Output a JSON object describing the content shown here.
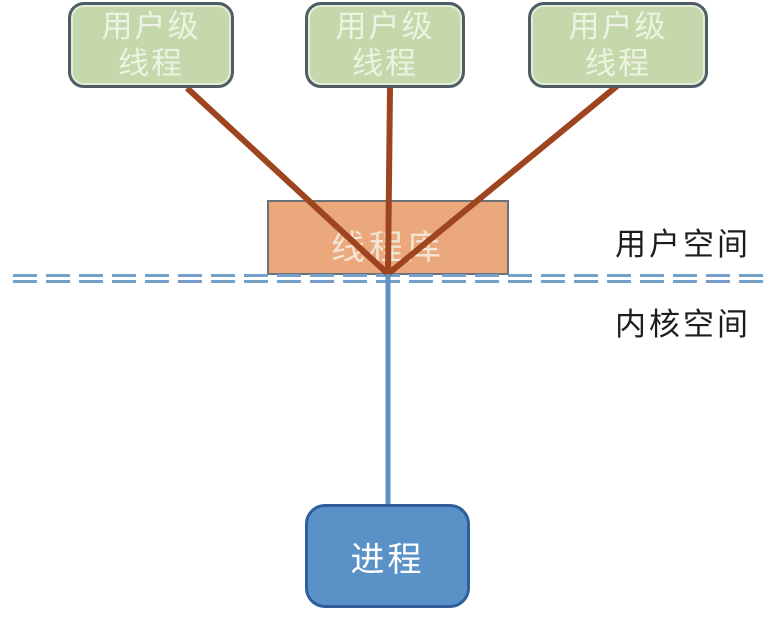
{
  "nodes": {
    "user_threads": [
      {
        "line1": "用户级",
        "line2": "线程"
      },
      {
        "line1": "用户级",
        "line2": "线程"
      },
      {
        "line1": "用户级",
        "line2": "线程"
      }
    ],
    "library": {
      "label": "线程库"
    },
    "process": {
      "label": "进程"
    }
  },
  "regions": {
    "user_space": "用户空间",
    "kernel_space": "内核空间"
  },
  "colors": {
    "user_thread_fill": "#c5d8ab",
    "user_thread_border": "#4e5d66",
    "user_thread_text": "#edf3e2",
    "library_fill": "#eca87d",
    "library_border": "#6b7379",
    "library_text": "#f2e5d5",
    "process_fill": "#5a92c8",
    "process_border": "#2f5e9b",
    "process_text": "#ffffff",
    "thread_line": "#9e4520",
    "process_line": "#5e90c4",
    "divider_dash": "#74a0c9",
    "label_text": "#1d1d1d",
    "background": "#ffffff"
  }
}
